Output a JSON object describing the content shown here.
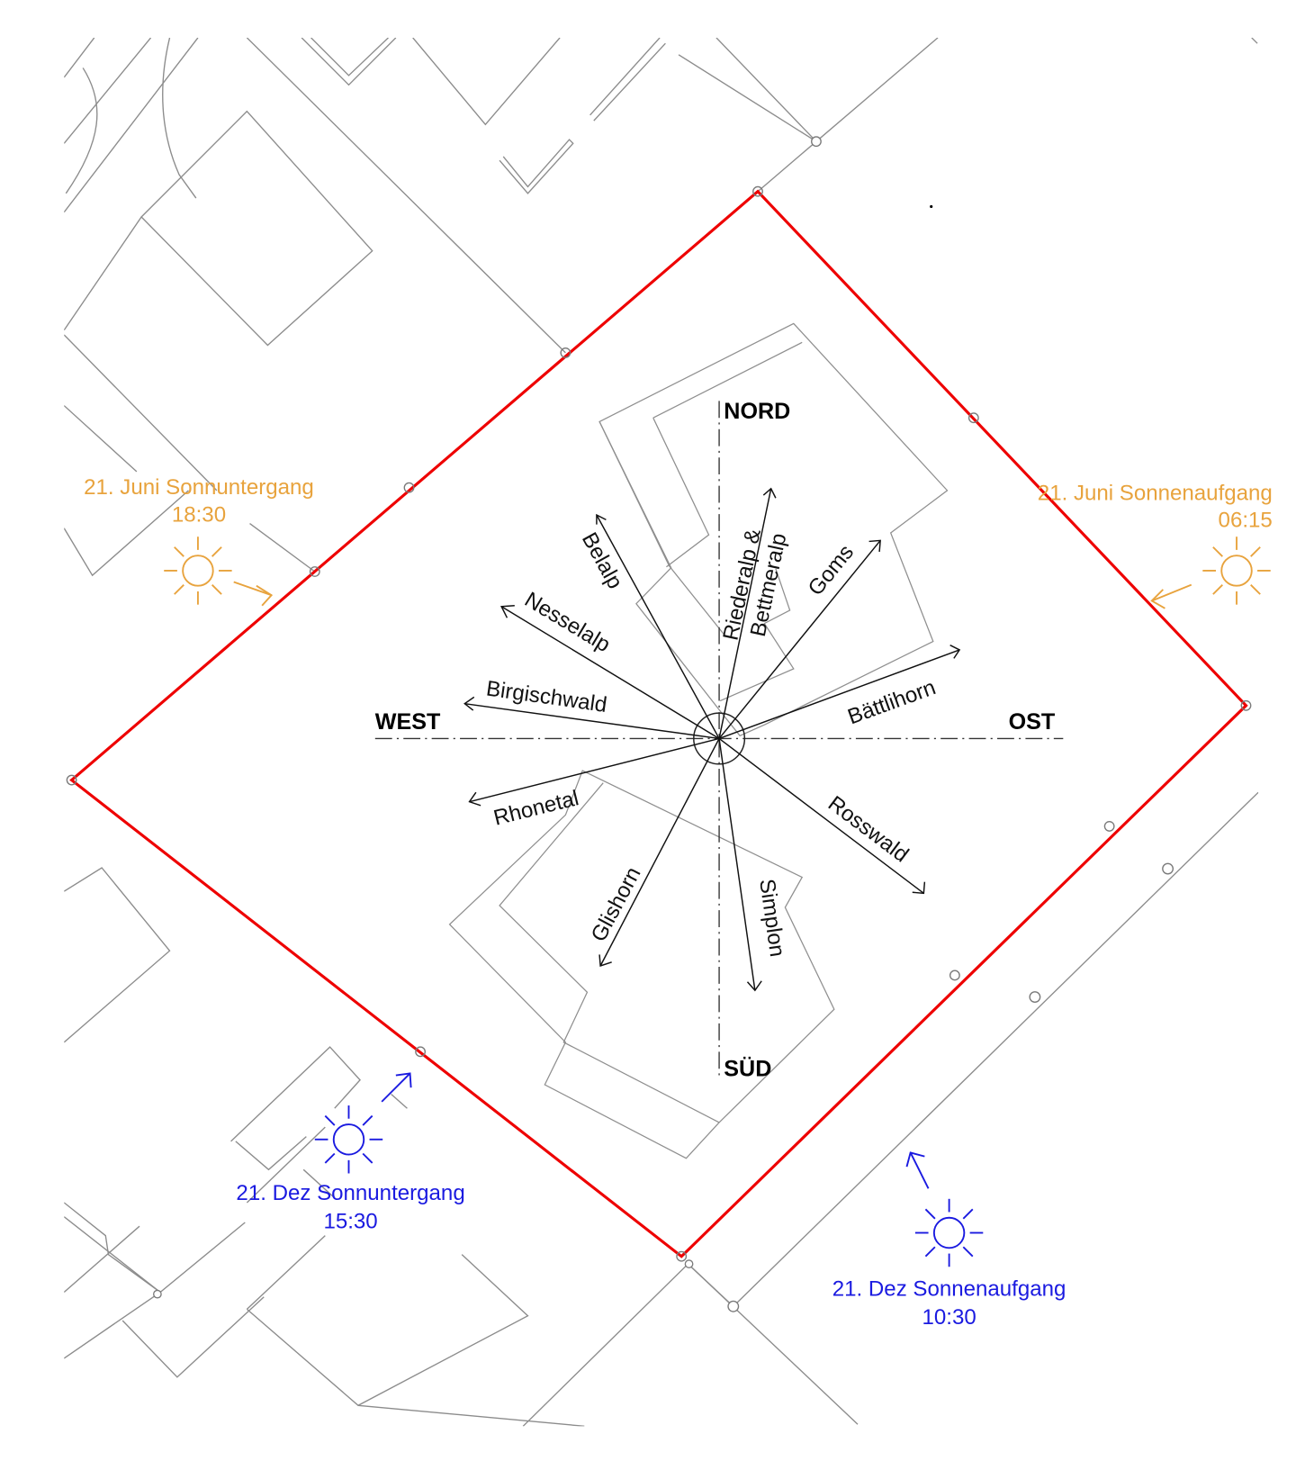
{
  "diagram": {
    "type": "site-plan-orientation",
    "colors": {
      "parcel_boundary": "#ee0000",
      "summer_sun": "#e8a33d",
      "winter_sun": "#1a1ae0",
      "map_lines": "#8c8c8c",
      "compass": "#111111"
    },
    "cardinal": {
      "north": "NORD",
      "south": "SÜD",
      "east": "OST",
      "west": "WEST"
    },
    "view_directions": [
      {
        "label": "Belalp",
        "icon": "arrow-icon"
      },
      {
        "label": "Nesselalp",
        "icon": "arrow-icon"
      },
      {
        "label": "Birgischwald",
        "icon": "arrow-icon"
      },
      {
        "label": "Rhonetal",
        "icon": "arrow-icon"
      },
      {
        "label": "Riederalp &",
        "label2": "Bettmeralp",
        "icon": "arrow-icon"
      },
      {
        "label": "Goms",
        "icon": "arrow-icon"
      },
      {
        "label": "Bättlihorn",
        "icon": "arrow-icon"
      },
      {
        "label": "Rosswald",
        "icon": "arrow-icon"
      },
      {
        "label": "Simplon",
        "icon": "arrow-icon"
      },
      {
        "label": "Glishorn",
        "icon": "arrow-icon"
      }
    ],
    "sun_events": {
      "june_sunset": {
        "title": "21. Juni Sonnuntergang",
        "time": "18:30",
        "icon": "sun-icon"
      },
      "june_sunrise": {
        "title": "21. Juni Sonnenaufgang",
        "time": "06:15",
        "icon": "sun-icon"
      },
      "dec_sunset": {
        "title": "21. Dez Sonnuntergang",
        "time": "15:30",
        "icon": "sun-icon"
      },
      "dec_sunrise": {
        "title": "21. Dez Sonnenaufgang",
        "time": "10:30",
        "icon": "sun-icon"
      }
    }
  }
}
